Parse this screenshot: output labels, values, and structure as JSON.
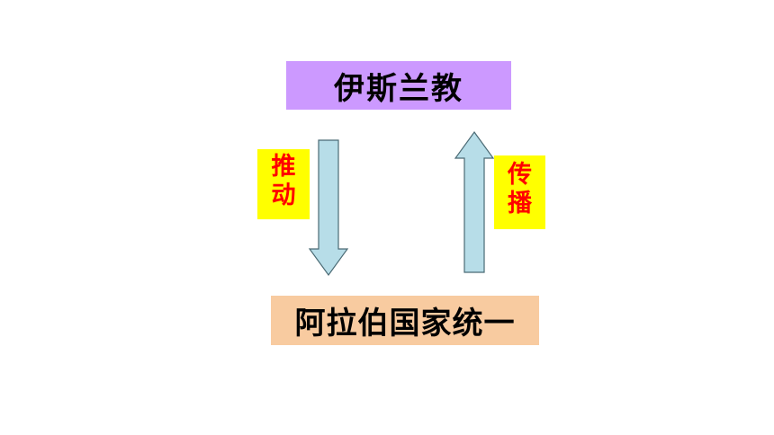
{
  "diagram": {
    "top_node": {
      "text": "伊斯兰教",
      "color": "#cc99ff"
    },
    "bottom_node": {
      "text": "阿拉伯国家统一",
      "color": "#f8cba0"
    },
    "down_arrow": {
      "direction": "down",
      "color": "#b7dde8",
      "label": {
        "lines": [
          "推",
          "动"
        ],
        "bg_color": "#ffff00",
        "text_color": "#ff0000"
      }
    },
    "up_arrow": {
      "direction": "up",
      "color": "#b7dde8",
      "label": {
        "lines": [
          "传",
          "播"
        ],
        "bg_color": "#ffff00",
        "text_color": "#ff0000"
      }
    }
  }
}
